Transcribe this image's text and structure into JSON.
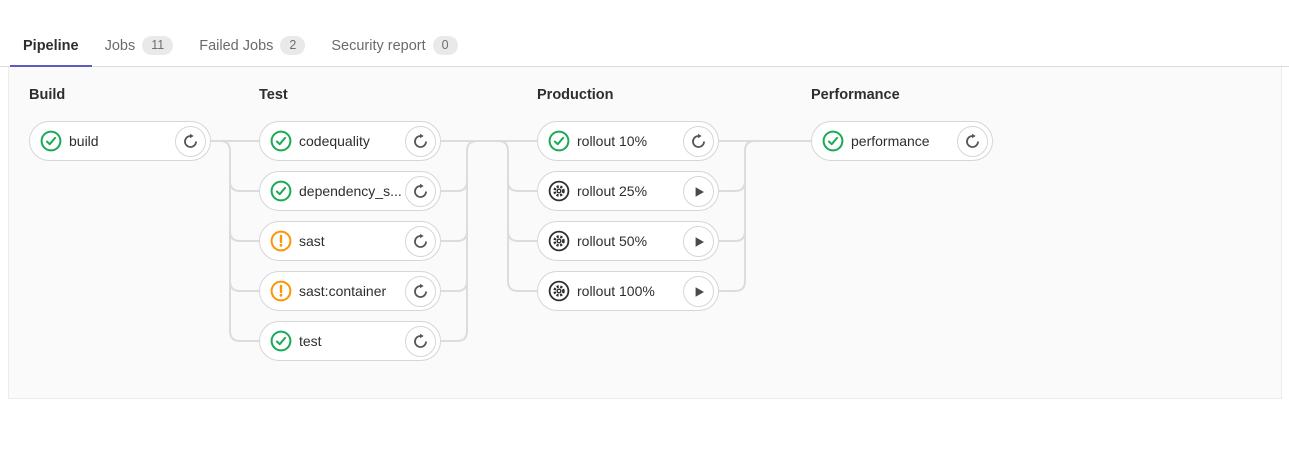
{
  "tabs": {
    "items": [
      {
        "label": "Pipeline",
        "active": true
      },
      {
        "label": "Jobs",
        "badge": "11",
        "active": false
      },
      {
        "label": "Failed Jobs",
        "badge": "2",
        "active": false
      },
      {
        "label": "Security report",
        "badge": "0",
        "active": false
      }
    ]
  },
  "pipeline": {
    "stages": [
      {
        "name": "Build",
        "jobs": [
          {
            "label": "build",
            "status": "success",
            "action": "retry"
          }
        ]
      },
      {
        "name": "Test",
        "jobs": [
          {
            "label": "codequality",
            "status": "success",
            "action": "retry"
          },
          {
            "label": "dependency_s...",
            "status": "success",
            "action": "retry"
          },
          {
            "label": "sast",
            "status": "warning",
            "action": "retry"
          },
          {
            "label": "sast:container",
            "status": "warning",
            "action": "retry"
          },
          {
            "label": "test",
            "status": "success",
            "action": "retry"
          }
        ]
      },
      {
        "name": "Production",
        "jobs": [
          {
            "label": "rollout 10%",
            "status": "success",
            "action": "retry"
          },
          {
            "label": "rollout 25%",
            "status": "manual",
            "action": "play"
          },
          {
            "label": "rollout 50%",
            "status": "manual",
            "action": "play"
          },
          {
            "label": "rollout 100%",
            "status": "manual",
            "action": "play"
          }
        ]
      },
      {
        "name": "Performance",
        "jobs": [
          {
            "label": "performance",
            "status": "success",
            "action": "retry"
          }
        ]
      }
    ]
  },
  "colors": {
    "success": "#1aaa55",
    "warning": "#fc9403",
    "manual": "#2e2e2e",
    "action_icon": "#565656",
    "active_tab_underline": "#5c5cbc",
    "connector": "#dcdcdc"
  }
}
